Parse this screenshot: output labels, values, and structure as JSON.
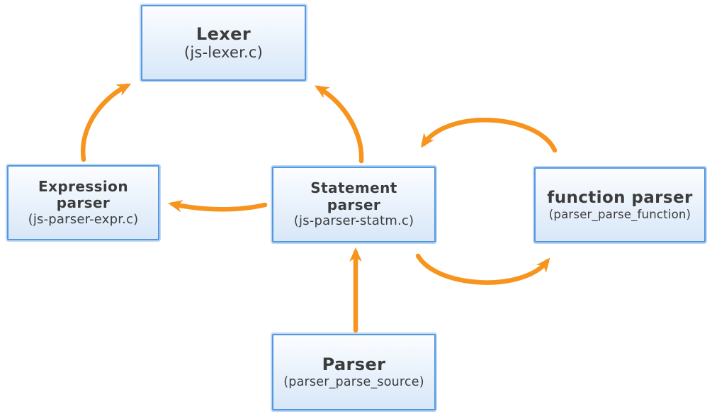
{
  "diagram": {
    "colors": {
      "arrow": "#F7941E",
      "box_border": "#5598E2",
      "box_fill_top": "#FCFDFF",
      "box_fill_bottom": "#D7E7F8",
      "box_halo": "#BFD8F2",
      "text": "#3C3C3C",
      "bg": "#FFFFFF"
    },
    "nodes": [
      {
        "id": "lexer",
        "title": "Lexer",
        "subtitle": "(js-lexer.c)"
      },
      {
        "id": "expression-parser",
        "title": "Expression\nparser",
        "subtitle": "(js-parser-expr.c)"
      },
      {
        "id": "statement-parser",
        "title": "Statement\nparser",
        "subtitle": "(js-parser-statm.c)"
      },
      {
        "id": "function-parser",
        "title": "function parser",
        "subtitle": "(parser_parse_function)"
      },
      {
        "id": "parser",
        "title": "Parser",
        "subtitle": "(parser_parse_source)"
      }
    ],
    "edges": [
      {
        "from": "expression-parser",
        "to": "lexer"
      },
      {
        "from": "statement-parser",
        "to": "lexer"
      },
      {
        "from": "statement-parser",
        "to": "expression-parser"
      },
      {
        "from": "function-parser",
        "to": "statement-parser"
      },
      {
        "from": "statement-parser",
        "to": "function-parser"
      },
      {
        "from": "parser",
        "to": "statement-parser"
      }
    ]
  }
}
